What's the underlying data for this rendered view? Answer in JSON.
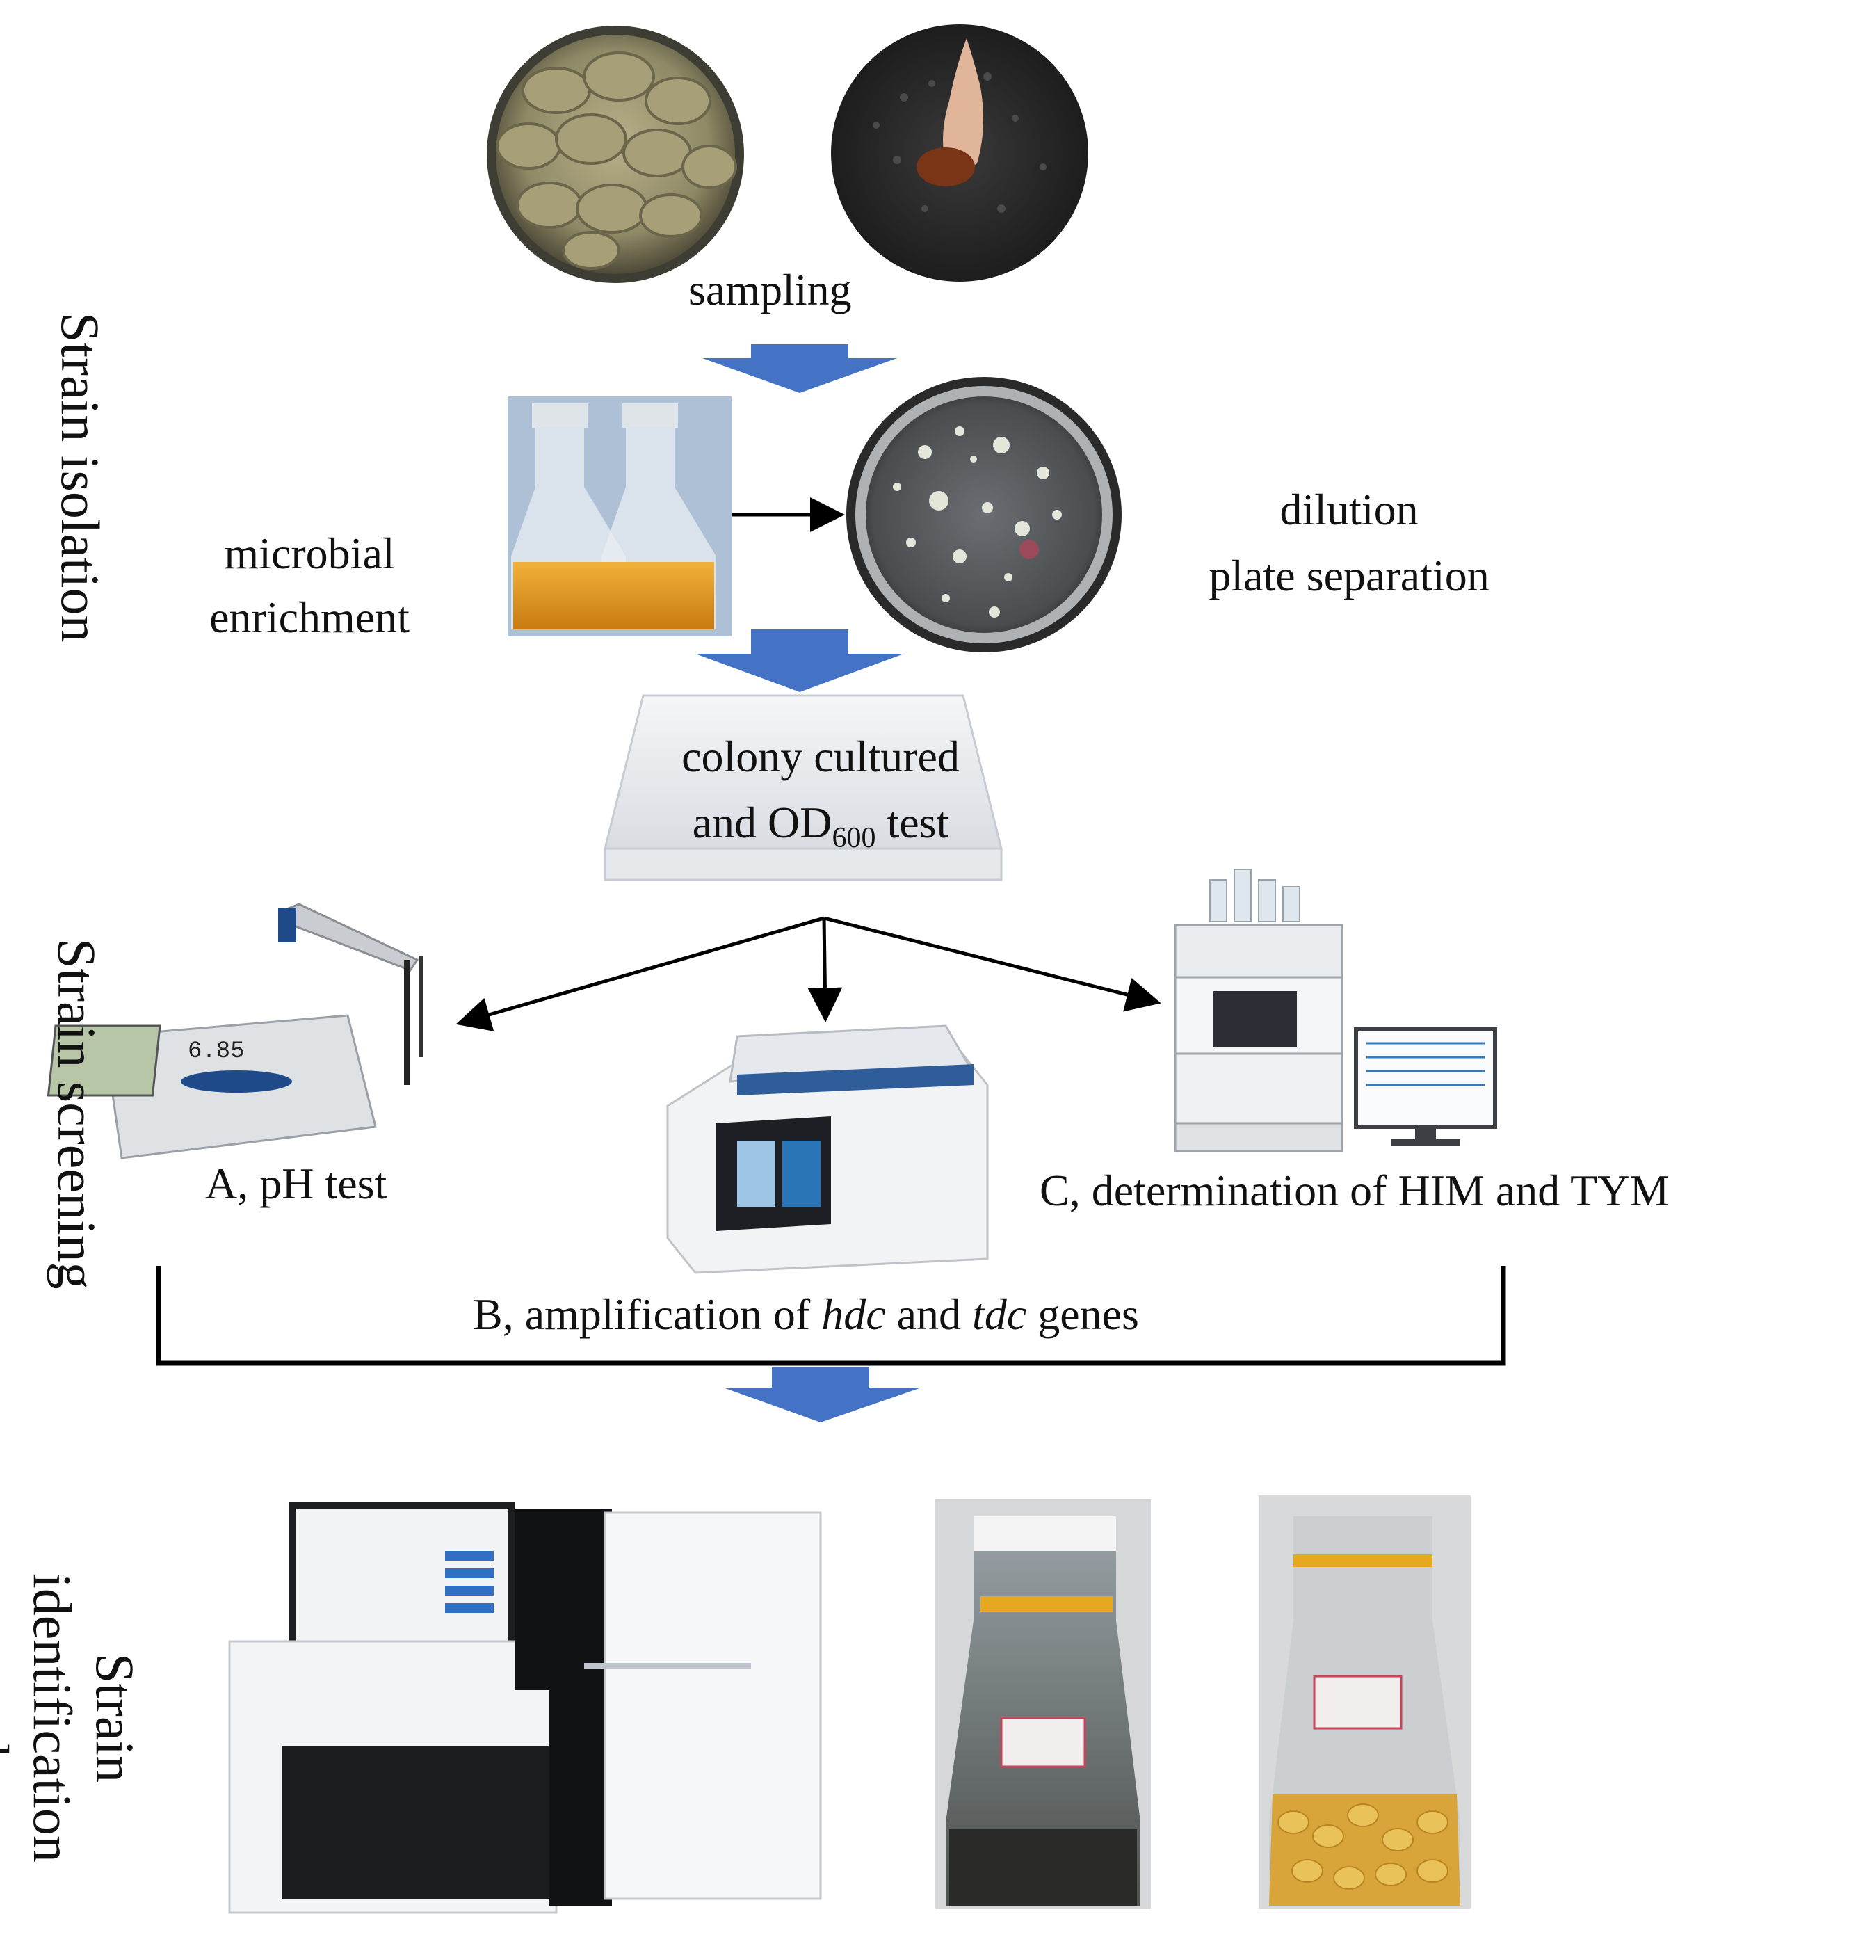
{
  "sections": {
    "isolation": "Strain isolation",
    "screening": "Strain screening",
    "identification_line1": "Strain identification",
    "identification_line2": "and characteristic"
  },
  "steps": {
    "sampling": "sampling",
    "enrichment_line1": "microbial",
    "enrichment_line2": "enrichment",
    "dilution_line1": "dilution",
    "dilution_line2": "plate separation",
    "colony_line1": "colony cultured",
    "colony_line2_prefix": "and OD",
    "colony_line2_sub": "600",
    "colony_line2_suffix": " test",
    "ph_test": "A, pH test",
    "amp_prefix": "B, amplification of ",
    "amp_gene1": "hdc",
    "amp_mid": " and ",
    "amp_gene2": "tdc",
    "amp_suffix": " genes",
    "him_tym": "C, determination of HIM and TYM"
  },
  "instrument_text": {
    "ph_reading": "6.85"
  },
  "colors": {
    "flow_arrow": "#4472C4",
    "connector": "#000000"
  }
}
